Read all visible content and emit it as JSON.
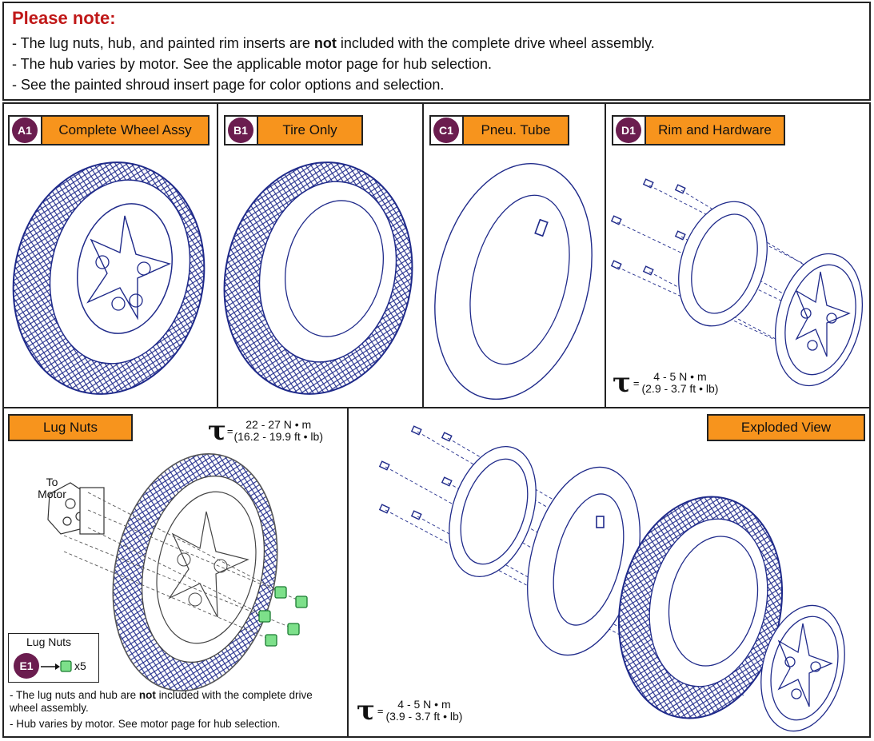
{
  "note": {
    "title": "Please note:",
    "line1_pre": "- The lug nuts, hub, and painted rim inserts are ",
    "line1_bold": "not",
    "line1_post": " included with the complete drive wheel assembly.",
    "line2": "- The hub varies by motor. See the applicable motor page for hub selection.",
    "line3": "- See the painted shroud insert page for color options and selection."
  },
  "panels": {
    "a": {
      "code": "A1",
      "label": "Complete Wheel Assy"
    },
    "b": {
      "code": "B1",
      "label": "Tire Only"
    },
    "c": {
      "code": "C1",
      "label": "Pneu. Tube"
    },
    "d": {
      "code": "D1",
      "label": "Rim and Hardware",
      "torque": {
        "symbol": "τ",
        "eq": "=",
        "nm": "4 - 5  N • m",
        "ftlb": "(2.9 - 3.7 ft • lb)"
      }
    },
    "lug": {
      "label": "Lug Nuts",
      "torque": {
        "symbol": "τ",
        "eq": "=",
        "nm": "22 - 27  N • m",
        "ftlb": "(16.2 - 19.9 ft • lb)"
      },
      "to_motor": "To Motor",
      "legend_title": "Lug Nuts",
      "legend_code": "E1",
      "legend_qty": "x5",
      "foot1_pre": "- The lug nuts and hub are ",
      "foot1_bold": "not",
      "foot1_post": " included with the complete drive wheel assembly.",
      "foot2": "- Hub varies by motor. See motor page for hub selection."
    },
    "exploded": {
      "label": "Exploded View",
      "torque": {
        "symbol": "τ",
        "eq": "=",
        "nm": "4 - 5  N • m",
        "ftlb": "(3.9 - 3.7 ft • lb)"
      }
    }
  },
  "colors": {
    "accent": "#f7941d",
    "badge": "#6b1d4f",
    "line": "#1f2a8a",
    "nut": "#22aa44",
    "note_title": "#c01818"
  }
}
